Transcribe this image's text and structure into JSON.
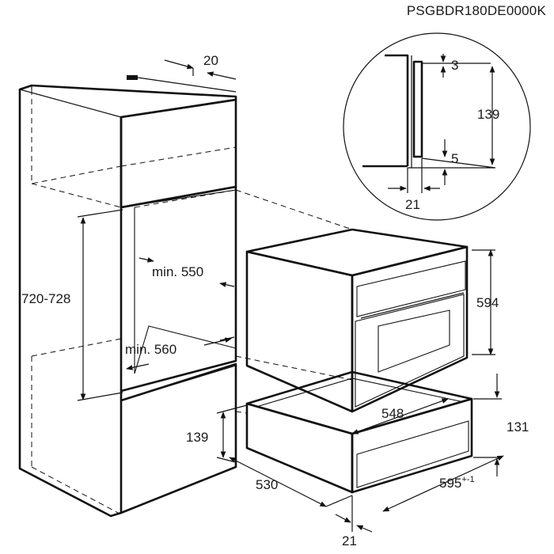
{
  "model_code": "PSGBDR180DE0000K",
  "dimensions": {
    "cabinet_top_depth": "20",
    "niche_height": "720-728",
    "niche_min_height": "min. 550",
    "niche_min_width": "min. 560",
    "drawer_niche_height": "139",
    "cabinet_depth": "530",
    "bottom_offset": "21",
    "appliance_height": "594",
    "appliance_depth": "548",
    "drawer_height": "131",
    "appliance_width": "595",
    "appliance_width_tolerance": "+-1"
  },
  "detail": {
    "top_gap": "3",
    "height": "139",
    "bottom_gap": "5",
    "offset": "21"
  }
}
